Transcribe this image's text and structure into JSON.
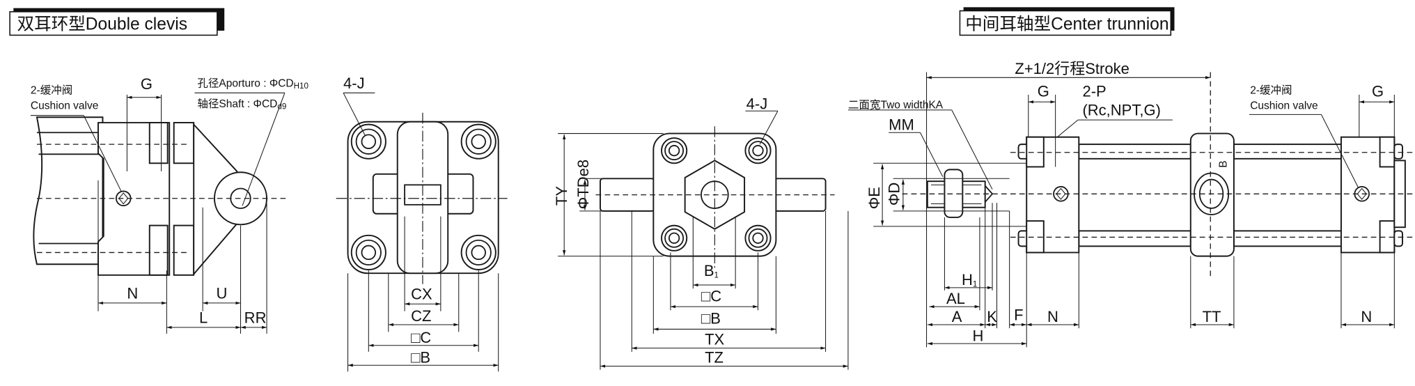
{
  "double_clevis": {
    "title": "双耳环型Double clevis",
    "cushion_valve_cn": "2-缓冲阀",
    "cushion_valve_en": "Cushion valve",
    "aperture_main": "孔径Aporturo : ΦCD",
    "aperture_sub": "H10",
    "shaft_main": "轴径Shaft : ΦCD",
    "shaft_sub": "d9",
    "side_dims": {
      "G": "G",
      "N": "N",
      "U": "U",
      "L": "L",
      "RR": "RR"
    },
    "front_dims": {
      "J": "4-J",
      "CX": "CX",
      "CZ": "CZ",
      "C": "□C",
      "B": "□B"
    }
  },
  "trunnion_front": {
    "J": "4-J",
    "TY": "TY",
    "TD_main": "ΦTD",
    "TD_sub": "e8",
    "B1_main": "B",
    "B1_sub": "1",
    "C": "□C",
    "B": "□B",
    "TX": "TX",
    "TZ": "TZ"
  },
  "center_trunnion": {
    "title": "中间耳轴型Center trunnion",
    "stroke_dim": "Z+1/2行程Stroke",
    "two_width": "二面宽Two widthKA",
    "MM": "MM",
    "port_main": "2-P",
    "port_types": "(Rc,NPT,G)",
    "cushion_valve_cn": "2-缓冲阀",
    "cushion_valve_en": "Cushion valve",
    "dims": {
      "G_left": "G",
      "G_right": "G",
      "E": "ΦE",
      "D": "ΦD",
      "B_mark": "B",
      "H1_main": "H",
      "H1_sub": "1",
      "AL": "AL",
      "A": "A",
      "K": "K",
      "F": "F",
      "N_left": "N",
      "TT": "TT",
      "N_right": "N",
      "H": "H"
    }
  }
}
